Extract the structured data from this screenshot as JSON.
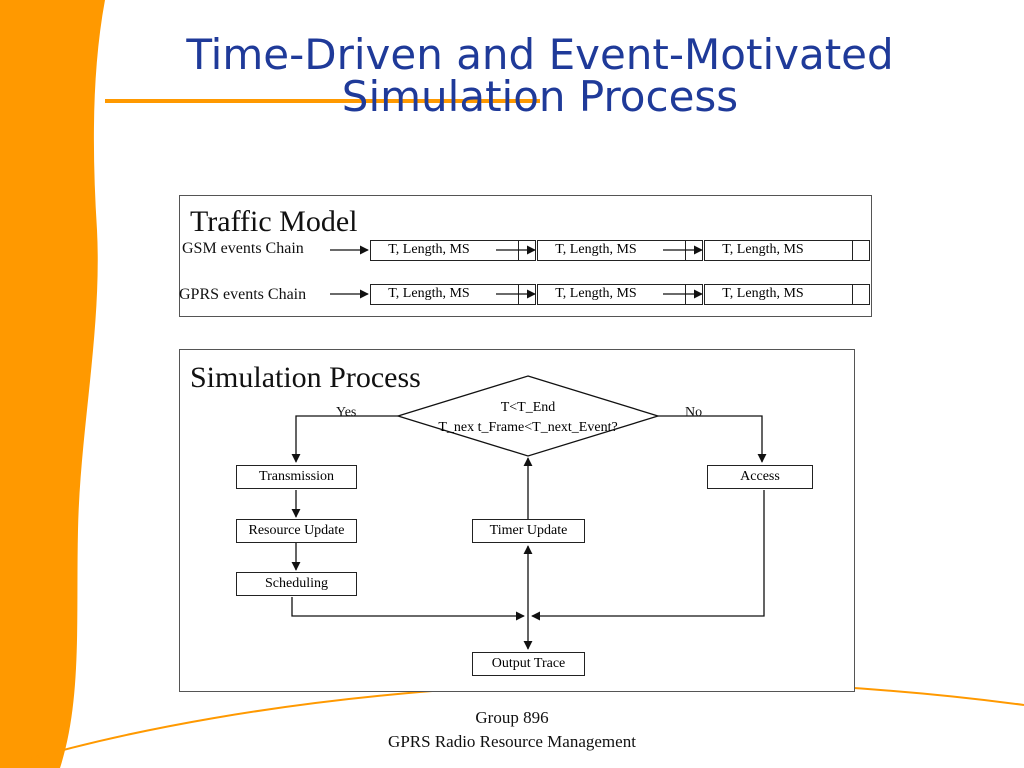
{
  "slide": {
    "title_line1": "Time-Driven and Event-Motivated",
    "title_line2": "Simulation Process"
  },
  "traffic_model": {
    "title": "Traffic Model",
    "gsm_chain_label": "GSM events Chain",
    "gprs_chain_label": "GPRS events Chain",
    "event_text": "T, Length, MS"
  },
  "simulation": {
    "title": "Simulation Process",
    "decision_line1": "T<T_End",
    "decision_line2": "T_nex t_Frame<T_next_Event?",
    "yes_label": "Yes",
    "no_label": "No",
    "transmission": "Transmission",
    "resource_update": "Resource Update",
    "scheduling": "Scheduling",
    "timer_update": "Timer Update",
    "access": "Access",
    "output_trace": "Output Trace"
  },
  "footer": {
    "line1": "Group 896",
    "line2": "GPRS Radio Resource Management"
  },
  "colors": {
    "accent_orange": "#ff9900",
    "title_blue": "#1f3a99"
  }
}
